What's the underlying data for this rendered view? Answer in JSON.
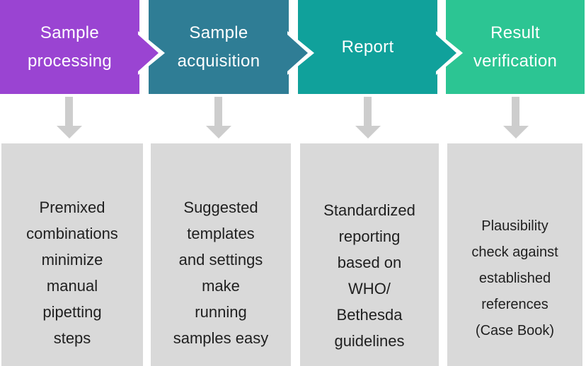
{
  "colors": {
    "step_text": "#ffffff",
    "arrow": "#cdcdcd",
    "panel_bg": "#d9d9d9",
    "panel_text": "#1f1f1f",
    "chevron_outline": "#ffffff"
  },
  "steps": [
    {
      "title": "Sample\nprocessing",
      "color": "#9a44d2",
      "description": "Premixed\ncombinations\nminimize\nmanual\npipetting\nsteps"
    },
    {
      "title": "Sample\nacquisition",
      "color": "#2f7d95",
      "description": "Suggested\ntemplates\nand settings\nmake\nrunning\nsamples easy"
    },
    {
      "title": "Report",
      "color": "#10a19b",
      "description": "Standardized\nreporting\nbased on\nWHO/\nBethesda\nguidelines"
    },
    {
      "title": "Result\nverification",
      "color": "#2cc593",
      "description": "Plausibility\ncheck against\nestablished\nreferences\n(Case Book)"
    }
  ]
}
